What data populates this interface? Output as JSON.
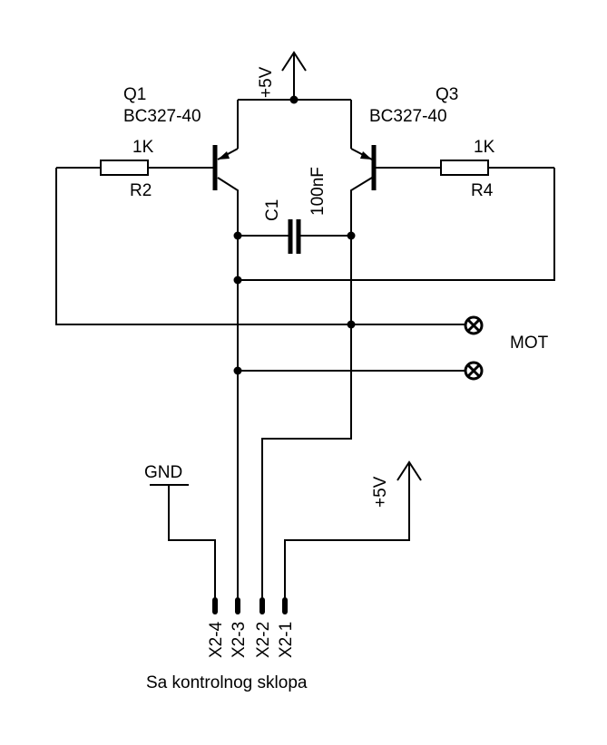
{
  "transistors": {
    "q1": {
      "ref": "Q1",
      "part": "BC327-40"
    },
    "q3": {
      "ref": "Q3",
      "part": "BC327-40"
    }
  },
  "resistors": {
    "r2": {
      "ref": "R2",
      "value": "1K"
    },
    "r4": {
      "ref": "R4",
      "value": "1K"
    }
  },
  "capacitor": {
    "ref": "C1",
    "value": "100nF"
  },
  "supply": {
    "top": "+5V",
    "bottom": "+5V"
  },
  "ground": {
    "label": "GND"
  },
  "motor": {
    "label": "MOT"
  },
  "connector": {
    "pins": [
      "X2-4",
      "X2-3",
      "X2-2",
      "X2-1"
    ],
    "caption": "Sa kontrolnog sklopa"
  }
}
